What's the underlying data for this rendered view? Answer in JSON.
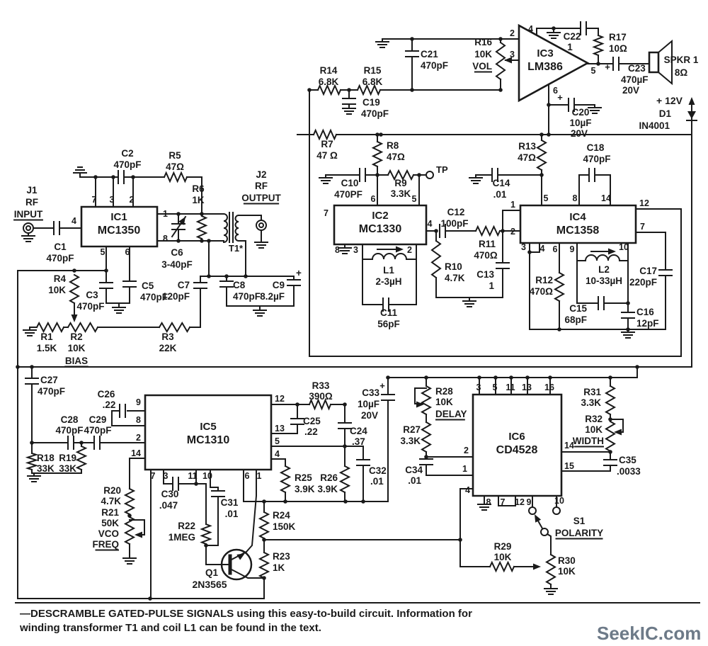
{
  "caption": {
    "line1": "—DESCRAMBLE GATED-PULSE SIGNALS using this easy-to-build circuit. Information for",
    "line2": "winding transformer T1 and coil L1 can be found in the text."
  },
  "watermark": "SeekIC.com",
  "colors": {
    "ink": "#1a1a1a",
    "watermark": "#6d7a88"
  },
  "ics": {
    "ic1": [
      "IC1",
      "MC1350"
    ],
    "ic2": [
      "IC2",
      "MC1330"
    ],
    "ic3": [
      "IC3",
      "LM386"
    ],
    "ic4": [
      "IC4",
      "MC1358"
    ],
    "ic5": [
      "IC5",
      "MC1310"
    ],
    "ic6": [
      "IC6",
      "CD4528"
    ]
  },
  "pins": {
    "ic1": [
      "7",
      "3",
      "2",
      "4",
      "1",
      "8",
      "5",
      "6"
    ],
    "ic2": [
      "7",
      "6",
      "5",
      "4",
      "8",
      "3",
      "2"
    ],
    "ic3": [
      "2",
      "3",
      "4",
      "5",
      "6"
    ],
    "ic4": [
      "5",
      "8",
      "14",
      "12",
      "1",
      "2",
      "7",
      "3",
      "4",
      "6",
      "9",
      "10"
    ],
    "ic5": [
      "9",
      "8",
      "2",
      "14",
      "12",
      "13",
      "5",
      "4",
      "7",
      "3",
      "11",
      "10",
      "6",
      "1"
    ],
    "ic6": [
      "3",
      "5",
      "11",
      "13",
      "16",
      "2",
      "1",
      "4",
      "14",
      "15",
      "8",
      "7",
      "12",
      "9",
      "10"
    ]
  },
  "components": {
    "r1": [
      "R1",
      "1.5K"
    ],
    "r2": [
      "R2",
      "10K"
    ],
    "r3": [
      "R3",
      "22K"
    ],
    "r4": [
      "R4",
      "10K"
    ],
    "r5": [
      "R5",
      "47Ω"
    ],
    "r6": [
      "R6",
      "1K"
    ],
    "r7": [
      "R7",
      "47 Ω"
    ],
    "r8": [
      "R8",
      "47Ω"
    ],
    "r9": [
      "R9",
      "3.3K"
    ],
    "r10": [
      "R10",
      "4.7K"
    ],
    "r11": [
      "R11",
      "470Ω"
    ],
    "r12": [
      "R12",
      "470Ω"
    ],
    "r13": [
      "R13",
      "47Ω"
    ],
    "r14": [
      "R14",
      "6.8K"
    ],
    "r15": [
      "R15",
      "6.8K"
    ],
    "r16": [
      "R16",
      "10K"
    ],
    "r17": [
      "R17",
      "10Ω"
    ],
    "r18": [
      "R18",
      "33K"
    ],
    "r19": [
      "R19",
      "33K"
    ],
    "r20": [
      "R20",
      "4.7K"
    ],
    "r21": [
      "R21",
      "50K"
    ],
    "r22": [
      "R22",
      "1MEG"
    ],
    "r23": [
      "R23",
      "1K"
    ],
    "r24": [
      "R24",
      "150K"
    ],
    "r25": [
      "R25",
      "3.9K"
    ],
    "r26": [
      "R26",
      "3.9K"
    ],
    "r27": [
      "R27",
      "3.3K"
    ],
    "r28": [
      "R28",
      "10K"
    ],
    "r29": [
      "R29",
      "10K"
    ],
    "r30": [
      "R30",
      "10K"
    ],
    "r31": [
      "R31",
      "3.3K"
    ],
    "r32": [
      "R32",
      "10K"
    ],
    "r33": [
      "R33",
      "390Ω"
    ],
    "c1": [
      "C1",
      "470pF"
    ],
    "c2": [
      "C2",
      "470pF"
    ],
    "c3": [
      "C3",
      "470pF"
    ],
    "c5": [
      "C5",
      "470pF"
    ],
    "c6": [
      "C6",
      "3-40pF"
    ],
    "c7": [
      "C7",
      "120pF"
    ],
    "c8": [
      "C8",
      "470pF"
    ],
    "c9": [
      "C9",
      "8.2µF"
    ],
    "c10": [
      "C10",
      "470PF"
    ],
    "c11": [
      "C11",
      "56pF"
    ],
    "c12": [
      "C12",
      "100pF"
    ],
    "c13": [
      "C13",
      "1"
    ],
    "c14": [
      "C14",
      ".01"
    ],
    "c15": [
      "C15",
      "68pF"
    ],
    "c16": [
      "C16",
      "12pF"
    ],
    "c17": [
      "C17",
      "220pF"
    ],
    "c18": [
      "C18",
      "470pF"
    ],
    "c19": [
      "C19",
      "470pF"
    ],
    "c20": [
      "C20",
      "10µF",
      "20V"
    ],
    "c21": [
      "C21",
      "470pF"
    ],
    "c22": [
      "C22",
      "1"
    ],
    "c23": [
      "C23",
      "470µF",
      "20V"
    ],
    "c24": [
      "C24",
      ".37"
    ],
    "c25": [
      "C25",
      ".22"
    ],
    "c26": [
      "C26",
      ".22"
    ],
    "c27": [
      "C27",
      "470pF"
    ],
    "c28": [
      "C28",
      "470pF"
    ],
    "c29": [
      "C29",
      "470pF"
    ],
    "c30": [
      "C30",
      ".047"
    ],
    "c31": [
      "C31",
      ".01"
    ],
    "c32": [
      "C32",
      ".01"
    ],
    "c33": [
      "C33",
      "10µF",
      "20V"
    ],
    "c34": [
      "C34",
      ".01"
    ],
    "c35": [
      "C35",
      ".0033"
    ],
    "l1": [
      "L1",
      "2-3µH"
    ],
    "l2": [
      "L2",
      "10-33µH"
    ],
    "q1": [
      "Q1",
      "2N3565"
    ],
    "d1": [
      "D1",
      "IN4001"
    ],
    "t1": [
      "T1*"
    ],
    "s1": [
      "S1",
      "POLARITY"
    ],
    "spkr1": [
      "SPKR 1",
      "8Ω"
    ],
    "j1": [
      "J1",
      "RF",
      "INPUT"
    ],
    "j2": [
      "J2",
      "RF",
      "OUTPUT"
    ],
    "tp": [
      "TP"
    ],
    "supply": [
      "+ 12V"
    ]
  },
  "labels": {
    "vol": "VOL",
    "bias": "BIAS",
    "delay": "DELAY",
    "width": "WIDTH",
    "vco": "VCO",
    "freq": "FREQ",
    "plus": "+"
  }
}
